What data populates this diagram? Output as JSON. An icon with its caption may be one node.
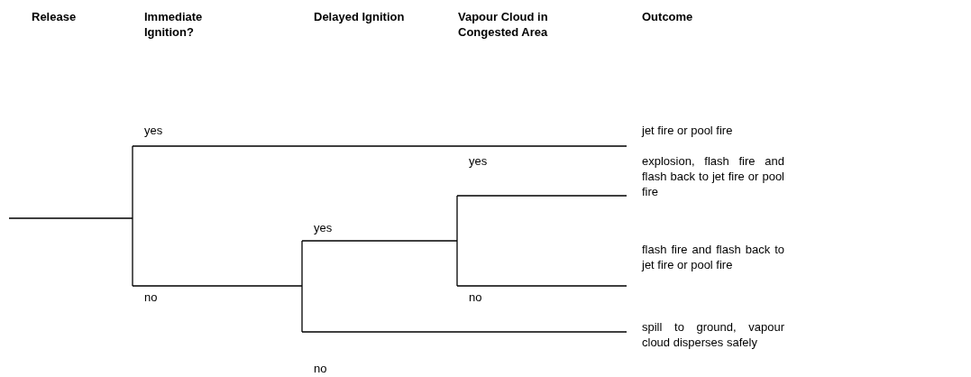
{
  "diagram": {
    "labels": [
      "Release",
      "Immediate Ignition?",
      "Delayed Ignition",
      "Vapour Cloud in Congested Area",
      "Outcome",
      "yes",
      "jet fire or pool fire",
      "yes",
      "explosion, flash fire and flash back to jet fire or pool fire",
      "yes",
      "flash fire and flash back to jet fire or pool fire",
      "no",
      "no",
      "spill to ground, vapour cloud disperses safely",
      "no"
    ]
  }
}
